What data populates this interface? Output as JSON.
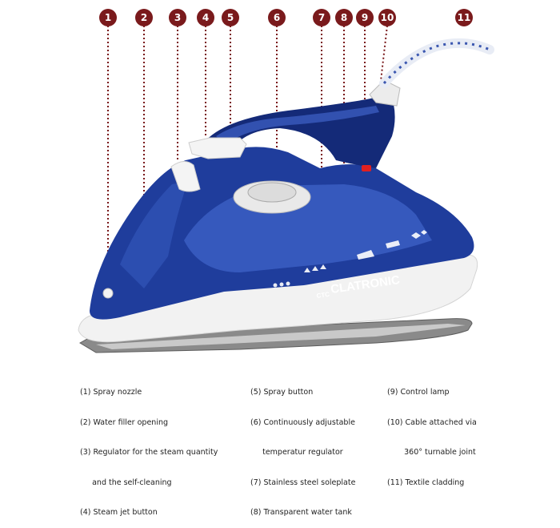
{
  "colors": {
    "badge": "#7a1a1c",
    "dotted_line": "#7a1a1c",
    "iron_body": "#1f3d9c",
    "iron_dark": "#142a78",
    "iron_light": "#3f63c8",
    "base_white": "#f2f2f2",
    "soleplate": "#8a8a8a"
  },
  "callouts": [
    "1",
    "2",
    "3",
    "4",
    "5",
    "6",
    "7",
    "8",
    "9",
    "10",
    "11"
  ],
  "brand": {
    "cto": "CTC",
    "name": "CLATRONIC"
  },
  "legend": {
    "col1": [
      "(1) Spray nozzle",
      "(2) Water filler opening",
      "(3) Regulator for the steam quantity",
      "     and the self-cleaning",
      "(4) Steam jet button"
    ],
    "col2": [
      "(5) Spray button",
      "(6) Continuously adjustable",
      "     temperatur regulator",
      "(7) Stainless steel soleplate",
      "(8) Transparent water tank"
    ],
    "col3": [
      "(9) Control lamp",
      "(10) Cable attached via",
      "       360° turnable joint",
      "(11) Textile cladding"
    ]
  }
}
